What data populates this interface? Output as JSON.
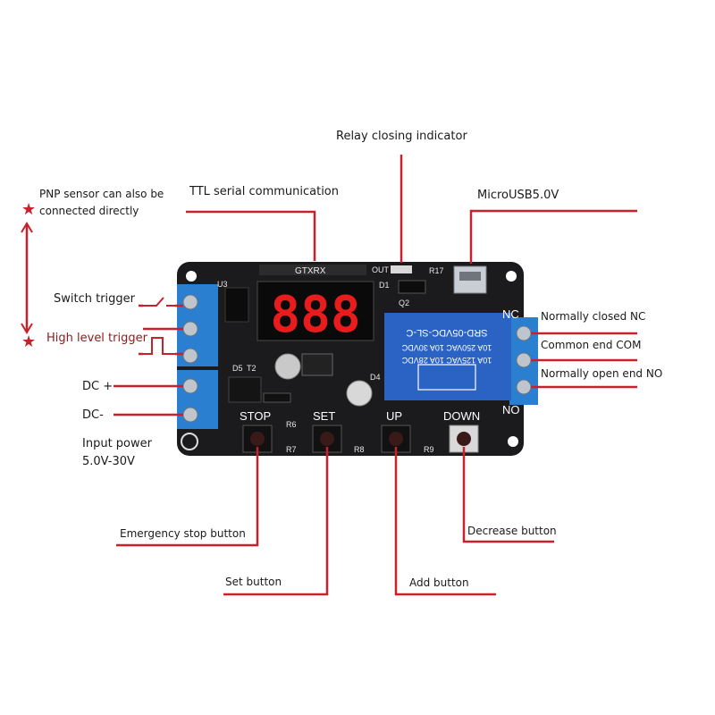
{
  "labels": {
    "relay_indicator": "Relay closing indicator",
    "ttl_serial": "TTL serial communication",
    "microusb": "MicroUSB5.0V",
    "pnp_line1": "PNP sensor can also be",
    "pnp_line2": "connected directly",
    "switch_trigger": "Switch trigger",
    "high_level_trigger": "High level trigger",
    "dc_plus": "DC +",
    "dc_minus": "DC-",
    "input_power_line1": "Input power",
    "input_power_line2": "5.0V-30V",
    "normally_closed": "Normally closed NC",
    "common_end": "Common end COM",
    "normally_open": "Normally open end NO",
    "emergency_stop": "Emergency stop button",
    "set_button": "Set button",
    "add_button": "Add button",
    "decrease_button": "Decrease button"
  },
  "board": {
    "display": "888",
    "btn_stop": "STOP",
    "btn_set": "SET",
    "btn_up": "UP",
    "btn_down": "DOWN",
    "nc": "NC",
    "no": "NO",
    "gtxrx": "GTXRX",
    "out": "OUT",
    "r17": "R17",
    "u3": "U3",
    "d1": "D1",
    "q2": "Q2",
    "d5": "D5",
    "t2": "T2",
    "d4": "D4",
    "r6": "R6",
    "r7": "R7",
    "r8": "R8",
    "r9": "R9",
    "relay_l1": "SRD-05VDC-SL-C",
    "relay_l2": "10A 250VAC  10A 30VDC",
    "relay_l3": "10A 125VAC  10A 28VDC"
  },
  "colors": {
    "pcb": "#1b1b1d",
    "terminal": "#2a7fd0",
    "relay": "#2b63c4",
    "leader": "#c8202c",
    "display_red": "#e81c1c"
  }
}
